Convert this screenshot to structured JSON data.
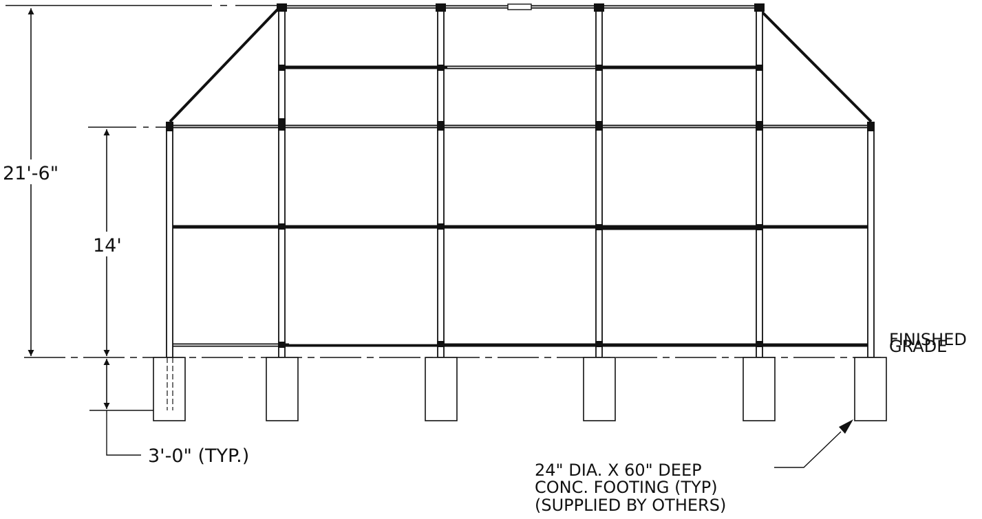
{
  "dimensions": {
    "overall_height": "21'-6\"",
    "post_height": "14'",
    "embed_depth": "3'-0\" (TYP.)"
  },
  "labels": {
    "grade_line1": "FINISHED",
    "grade_line2": "GRADE",
    "footing_line1": "24\" DIA. X 60\" DEEP",
    "footing_line2": "CONC. FOOTING (TYP)",
    "footing_line3": "(SUPPLIED BY OTHERS)"
  },
  "colors": {
    "line": "#111111",
    "background": "#ffffff"
  }
}
